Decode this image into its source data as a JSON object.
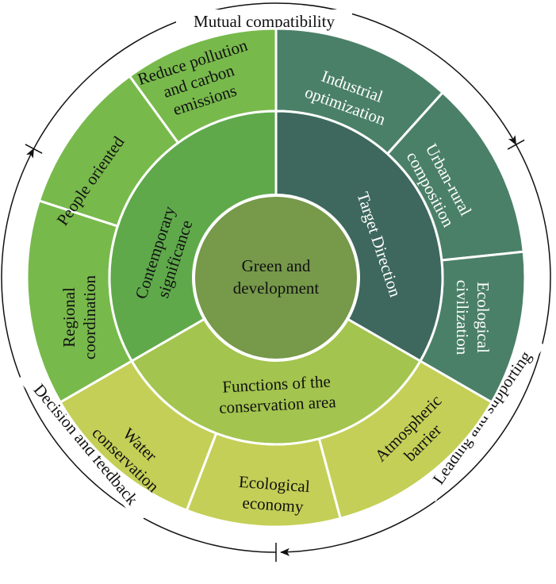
{
  "center": {
    "lines": [
      "Green and",
      "development"
    ],
    "color": "#76994a"
  },
  "inner_sectors": [
    {
      "id": "contemporary",
      "lines": [
        "Contemporary",
        "significance"
      ],
      "color": "#5fa94b"
    },
    {
      "id": "target",
      "lines": [
        "Target Direction"
      ],
      "color": "#3e685d"
    },
    {
      "id": "functions",
      "lines": [
        "Functions of the",
        "conservation area"
      ],
      "color": "#a3c44e"
    }
  ],
  "outer_sectors": [
    {
      "id": "reduce-pollution",
      "lines": [
        "Reduce pollution",
        "and carbon",
        "emissions"
      ],
      "color": "#78b94c"
    },
    {
      "id": "people-oriented",
      "lines": [
        "People oriented"
      ],
      "color": "#78b94c"
    },
    {
      "id": "regional-coordination",
      "lines": [
        "Regional",
        "coordination"
      ],
      "color": "#78b94c"
    },
    {
      "id": "industrial-optimization",
      "lines": [
        "Industrial",
        "optimization"
      ],
      "color": "#4b8068"
    },
    {
      "id": "urban-rural-composition",
      "lines": [
        "Urban-rural",
        "composition"
      ],
      "color": "#4b8068"
    },
    {
      "id": "ecological-civilization",
      "lines": [
        "Ecological",
        "civilization"
      ],
      "color": "#4b8068"
    },
    {
      "id": "water-conservation",
      "lines": [
        "Water",
        "conservation"
      ],
      "color": "#c4cf57"
    },
    {
      "id": "ecological-economy",
      "lines": [
        "Ecological",
        "economy"
      ],
      "color": "#c4cf57"
    },
    {
      "id": "atmospheric-barrier",
      "lines": [
        "Atmospheric",
        "barrier"
      ],
      "color": "#c4cf57"
    }
  ],
  "cycle_labels": {
    "top": "Mutual compatibility",
    "left": "Decision and feedback",
    "right": "Leading and supporting"
  }
}
